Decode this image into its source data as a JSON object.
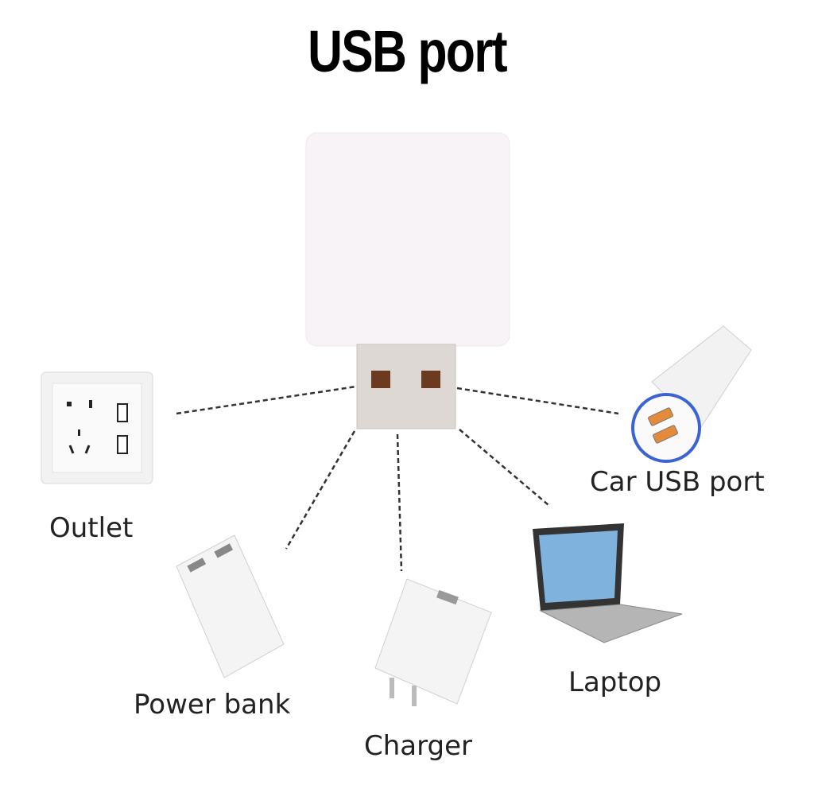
{
  "title": "USB port",
  "devices": {
    "outlet": "Outlet",
    "car_usb_port": "Car USB port",
    "power_bank": "Power bank",
    "charger": "Charger",
    "laptop": "Laptop"
  },
  "colors": {
    "lamp": "#f7f2f5",
    "plug": "#ddd8d4",
    "contact": "#6b3a1f",
    "car_ring": "#3b63d6"
  }
}
